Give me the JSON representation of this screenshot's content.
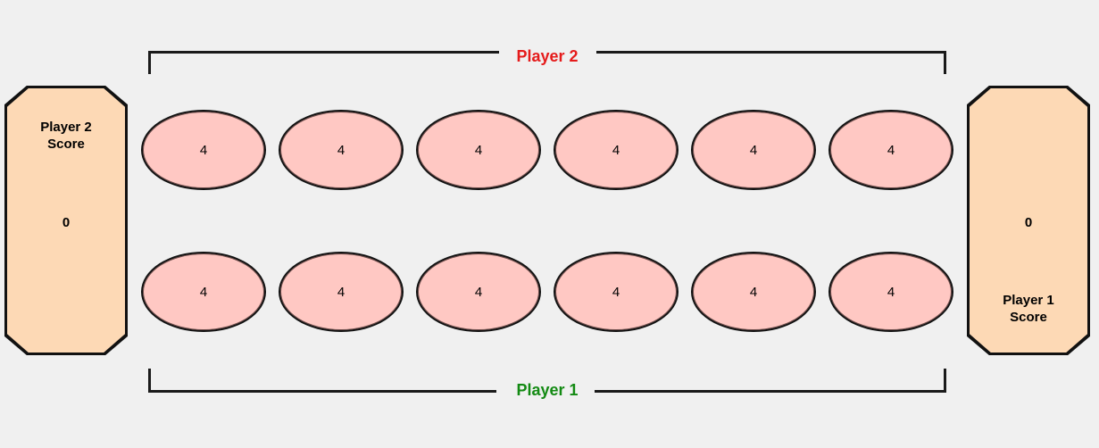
{
  "labels": {
    "player2": "Player 2",
    "player1": "Player 1"
  },
  "colors": {
    "player2": "#e51b1b",
    "player1": "#138a13",
    "pit_fill": "#ffc8c3",
    "store_fill": "#fdd9b5",
    "background": "#f0f0f0"
  },
  "stores": {
    "player2": {
      "title_line1": "Player 2",
      "title_line2": "Score",
      "score": "0"
    },
    "player1": {
      "title_line1": "Player 1",
      "title_line2": "Score",
      "score": "0"
    }
  },
  "pits": {
    "top": [
      "4",
      "4",
      "4",
      "4",
      "4",
      "4"
    ],
    "bottom": [
      "4",
      "4",
      "4",
      "4",
      "4",
      "4"
    ]
  }
}
